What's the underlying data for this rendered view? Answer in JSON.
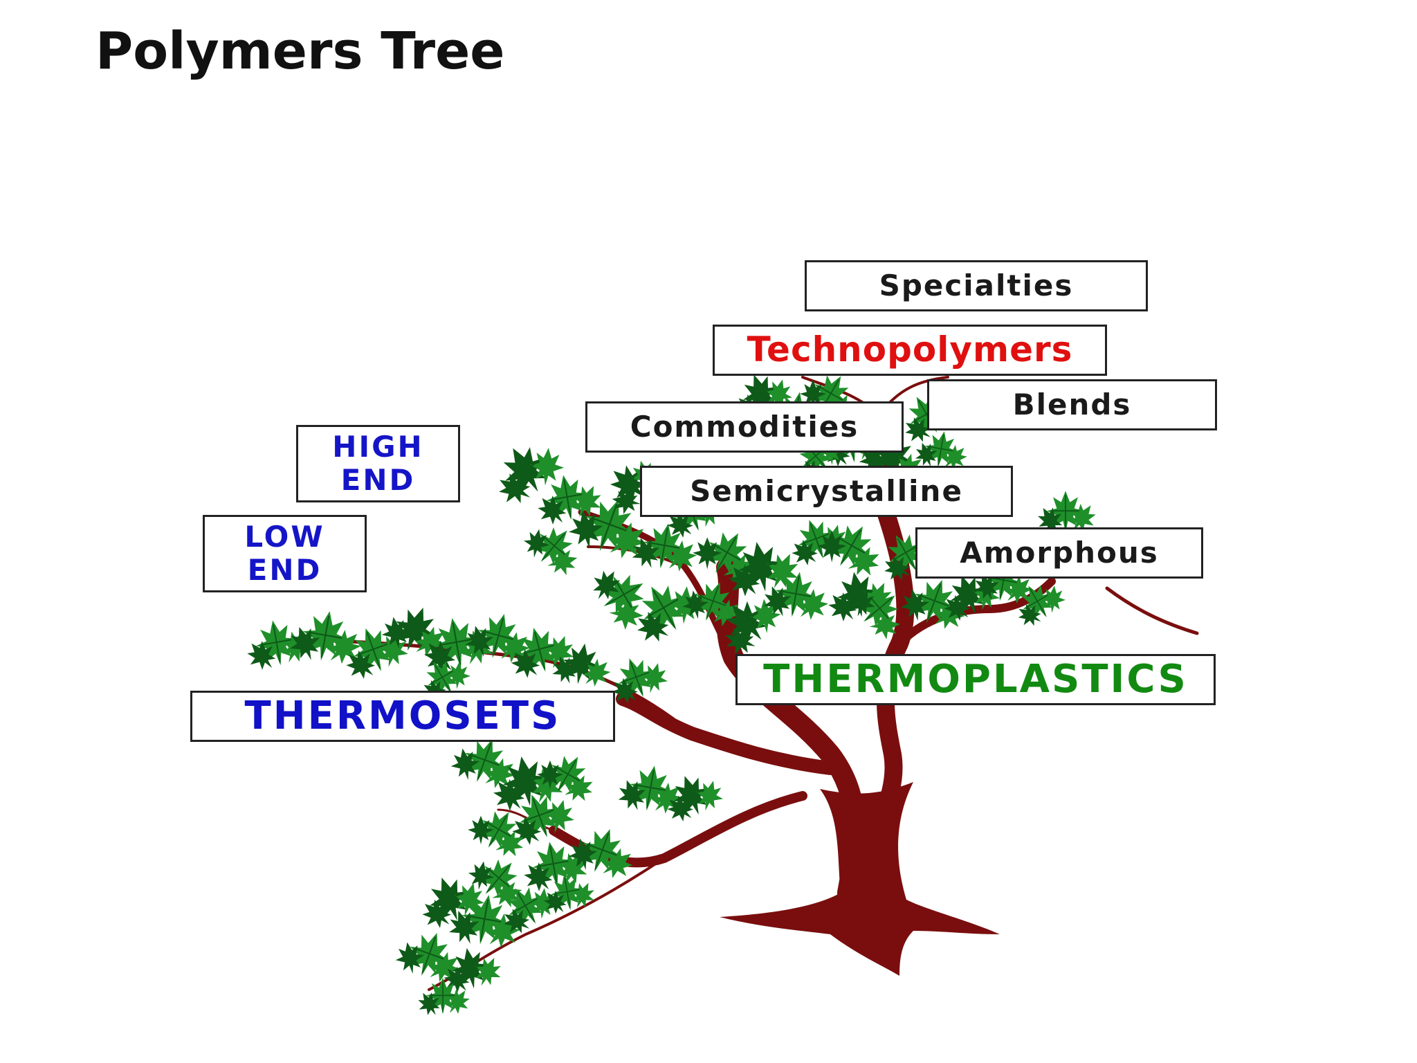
{
  "title": "Polymers Tree",
  "colors": {
    "trunk": "#7a0e0e",
    "leaf": "#1f8f2a",
    "leaf_dark": "#0e5a18",
    "title": "#111111",
    "box_border": "#222222",
    "label_black": "#1a1a1a",
    "label_red": "#e01010",
    "label_blue": "#1515c8",
    "label_green": "#128a12"
  },
  "labels": {
    "specialties": "Specialties",
    "technopolymers": "Technopolymers",
    "blends": "Blends",
    "commodities": "Commodities",
    "semicrystalline": "Semicrystalline",
    "amorphous": "Amorphous",
    "high_end_line1": "HIGH",
    "high_end_line2": "END",
    "low_end_line1": "LOW",
    "low_end_line2": "END",
    "thermosets": "THERMOSETS",
    "thermoplastics": "THERMOPLASTICS"
  }
}
